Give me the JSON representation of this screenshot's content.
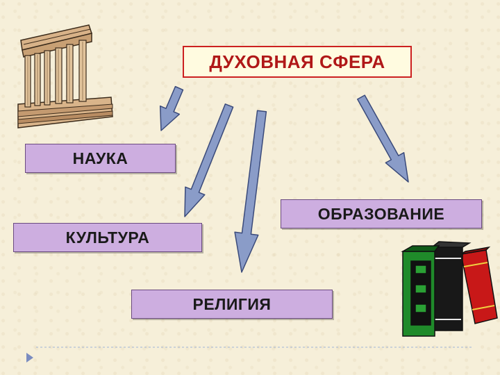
{
  "diagram": {
    "root": "ДУХОВНАЯ СФЕРА",
    "branches": {
      "science": "НАУКА",
      "culture": "КУЛЬТУРА",
      "education": "ОБРАЗОВАНИЕ",
      "religion": "РЕЛИГИЯ"
    }
  },
  "colors": {
    "background": "#f6efd9",
    "root_border": "#cc2020",
    "root_text": "#b01818",
    "branch_fill": "#cdaee0",
    "arrow_fill": "#8a9cc8",
    "arrow_stroke": "#3a4a7a"
  },
  "icons": [
    "temple-ruins-icon",
    "books-icon",
    "nav-triangle-icon"
  ]
}
